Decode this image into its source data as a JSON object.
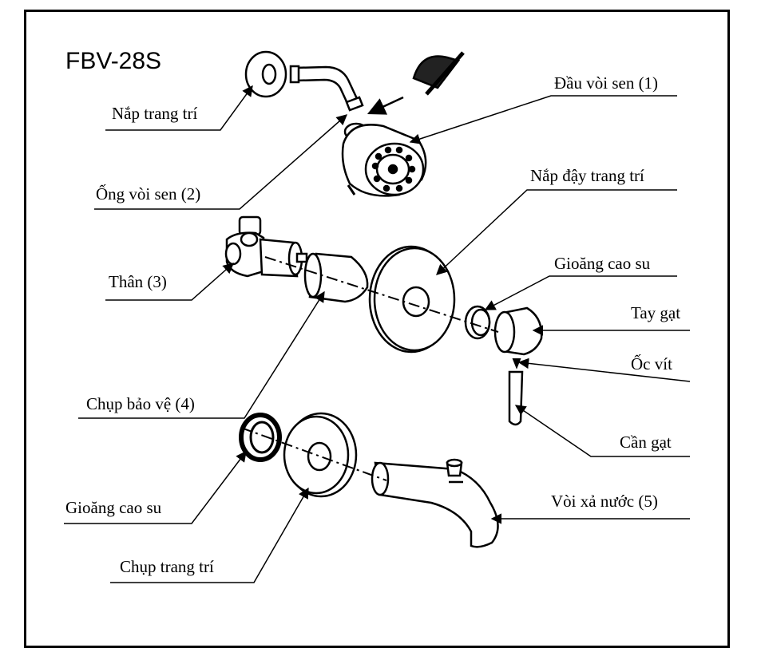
{
  "model": "FBV-28S",
  "labels": {
    "nap_trang_tri": "Nắp trang trí",
    "dau_voi_sen": "Đầu vòi sen (1)",
    "ong_voi_sen": "Ống vòi sen (2)",
    "nap_day_trang_tri": "Nắp đậy trang trí",
    "than": "Thân (3)",
    "gioang_cao_su_1": "Gioăng cao su",
    "tay_gat": "Tay gạt",
    "oc_vit": "Ốc vít",
    "chup_bao_ve": "Chụp bảo vệ (4)",
    "can_gat": "Cần gạt",
    "gioang_cao_su_2": "Gioăng cao su",
    "voi_xa_nuoc": "Vòi xả nước (5)",
    "chup_trang_tri": "Chụp trang trí"
  }
}
